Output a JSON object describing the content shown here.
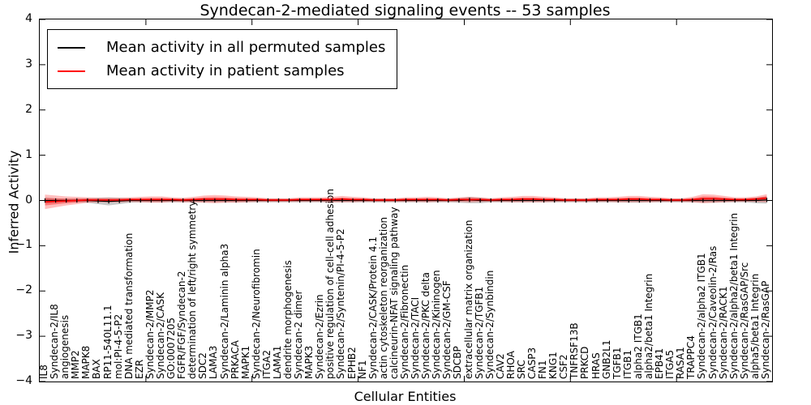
{
  "title": "Syndecan-2-mediated signaling events -- 53 samples",
  "legend": {
    "items": [
      {
        "label": "Mean activity in all permuted samples",
        "color": "#000000"
      },
      {
        "label": "Mean activity in patient samples",
        "color": "#ff0000"
      }
    ],
    "position": "upper left"
  },
  "axes": {
    "ylabel": "Inferred Activity",
    "xlabel": "Cellular Entities",
    "ytick_labels": [
      "4",
      "3",
      "2",
      "1",
      "0",
      "−1",
      "−2",
      "−3",
      "−4"
    ]
  },
  "chart_data": {
    "type": "line",
    "title": "Syndecan-2-mediated signaling events -- 53 samples",
    "xlabel": "Cellular Entities",
    "ylabel": "Inferred Activity",
    "ylim": [
      -4,
      4
    ],
    "yticks": [
      4,
      3,
      2,
      1,
      0,
      -1,
      -2,
      -3,
      -4
    ],
    "xtick_index_values": [
      10,
      20,
      30,
      40,
      50,
      60
    ],
    "grid": false,
    "legend_position": "upper left",
    "categories": [
      "IL8",
      "Syndecan-2/IL8",
      "angiogenesis",
      "MMP2",
      "MAPK8",
      "BAX",
      "RP11-540L11.1",
      "mol:PI-4-5-P2",
      "DNA mediated transformation",
      "EZR",
      "Syndecan-2/MMP2",
      "Syndecan-2/CASK",
      "GO:0007205",
      "FGFR/FGF/Syndecan-2",
      "determination of left/right symmetry",
      "SDC2",
      "LAMA3",
      "Syndecan-2/Laminin alpha3",
      "PRKACA",
      "MAPK1",
      "Syndecan-2/Neurofibromin",
      "ITGA2",
      "LAMA1",
      "dendrite morphogenesis",
      "Syndecan-2 dimer",
      "MAPK3",
      "Syndecan-2/Ezrin",
      "positive regulation of cell-cell adhesion",
      "Syndecan-2/Syntenin/PI-4-5-P2",
      "EPHB2",
      "NF1",
      "Syndecan-2/CASK/Protein 4.1",
      "actin cytoskeleton reorganization",
      "calcineurin-NFAT signaling pathway",
      "Syndecan-2/Fibronectin",
      "Syndecan-2/TACI",
      "Syndecan-2/PKC delta",
      "Syndecan-2/Kininogen",
      "Syndecan-2/GM-CSF",
      "SDCBP",
      "extracellular matrix organization",
      "Syndecan-2/TGFB1",
      "Syndecan-2/Synbindin",
      "CAV2",
      "RHOA",
      "SRC",
      "CASP3",
      "FN1",
      "KNG1",
      "CSF2",
      "TNFRSF13B",
      "PRKCD",
      "HRAS",
      "GNB2L1",
      "TGFB1",
      "ITGB1",
      "alpha2 ITGB1",
      "alpha2/beta1 Integrin",
      "EPB41",
      "ITGA5",
      "RASA1",
      "TRAPPC4",
      "Syndecan-2/alpha2 ITGB1",
      "Syndecan-2/Caveolin-2/Ras",
      "Syndecan-2/RACK1",
      "Syndecan-2/alpha2/beta1 Integrin",
      "Syndecan-2/RasGAP/Src",
      "alpha5/beta1 Integrin",
      "Syndecan-2/RasGAP"
    ],
    "series": [
      {
        "name": "Mean activity in all permuted samples",
        "color": "#000000",
        "band_color": "rgba(125,125,125,0.40)",
        "marker": "vertical-dash",
        "values": [
          0,
          0,
          0,
          0,
          0,
          -0.01,
          -0.02,
          -0.01,
          0,
          0,
          0,
          0,
          0,
          0,
          0,
          0,
          0,
          0,
          0,
          0,
          0,
          0,
          0,
          0,
          0,
          0,
          0,
          0,
          0,
          0,
          0,
          0,
          0,
          0,
          0,
          0,
          0,
          0,
          0,
          0,
          0.01,
          0,
          0,
          0,
          0,
          0,
          0,
          0,
          0,
          0,
          0,
          0,
          0,
          0,
          0,
          0,
          0,
          0,
          0,
          0,
          0,
          0,
          0,
          0,
          0,
          0,
          0,
          0,
          0.01
        ],
        "band": [
          0.07,
          0.05,
          0.04,
          0.04,
          0.05,
          0.07,
          0.09,
          0.07,
          0.05,
          0.04,
          0.04,
          0.04,
          0.04,
          0.04,
          0.04,
          0.04,
          0.04,
          0.04,
          0.04,
          0.04,
          0.04,
          0.04,
          0.04,
          0.04,
          0.04,
          0.04,
          0.04,
          0.04,
          0.04,
          0.04,
          0.04,
          0.04,
          0.04,
          0.04,
          0.04,
          0.04,
          0.04,
          0.04,
          0.04,
          0.05,
          0.07,
          0.06,
          0.04,
          0.04,
          0.04,
          0.04,
          0.04,
          0.04,
          0.04,
          0.04,
          0.04,
          0.04,
          0.04,
          0.04,
          0.04,
          0.05,
          0.05,
          0.04,
          0.04,
          0.04,
          0.04,
          0.04,
          0.05,
          0.05,
          0.04,
          0.04,
          0.04,
          0.06,
          0.08
        ]
      },
      {
        "name": "Mean activity in patient samples",
        "color": "#ff0000",
        "band_color": "rgba(255,40,40,0.30)",
        "band_inner_color": "rgba(255,40,40,0.45)",
        "values": [
          -0.03,
          -0.02,
          -0.01,
          0,
          0.01,
          0.01,
          0.01,
          0.01,
          0.02,
          0.02,
          0.02,
          0.02,
          0.02,
          0.01,
          0.02,
          0.03,
          0.03,
          0.03,
          0.02,
          0.02,
          0.02,
          0.01,
          0.01,
          0.01,
          0.02,
          0.02,
          0.02,
          0.02,
          0.03,
          0.02,
          0.02,
          0.01,
          0.01,
          0.01,
          0.02,
          0.02,
          0.02,
          0.02,
          0.01,
          0.02,
          0.02,
          0.02,
          0.01,
          0.02,
          0.02,
          0.03,
          0.03,
          0.02,
          0.02,
          0.01,
          0.01,
          0.01,
          0.02,
          0.02,
          0.02,
          0.03,
          0.03,
          0.02,
          0.02,
          0.01,
          0.01,
          0.02,
          0.04,
          0.04,
          0.03,
          0.02,
          0.02,
          0.03,
          0.05
        ],
        "band": [
          0.16,
          0.13,
          0.1,
          0.08,
          0.06,
          0.05,
          0.05,
          0.05,
          0.05,
          0.06,
          0.07,
          0.07,
          0.05,
          0.05,
          0.06,
          0.08,
          0.09,
          0.08,
          0.07,
          0.06,
          0.05,
          0.04,
          0.04,
          0.04,
          0.05,
          0.05,
          0.05,
          0.06,
          0.07,
          0.06,
          0.05,
          0.04,
          0.04,
          0.04,
          0.05,
          0.05,
          0.06,
          0.05,
          0.04,
          0.05,
          0.06,
          0.05,
          0.04,
          0.05,
          0.06,
          0.07,
          0.07,
          0.06,
          0.05,
          0.04,
          0.04,
          0.04,
          0.05,
          0.05,
          0.06,
          0.07,
          0.07,
          0.06,
          0.05,
          0.04,
          0.04,
          0.06,
          0.1,
          0.09,
          0.07,
          0.05,
          0.05,
          0.06,
          0.09
        ]
      }
    ]
  }
}
